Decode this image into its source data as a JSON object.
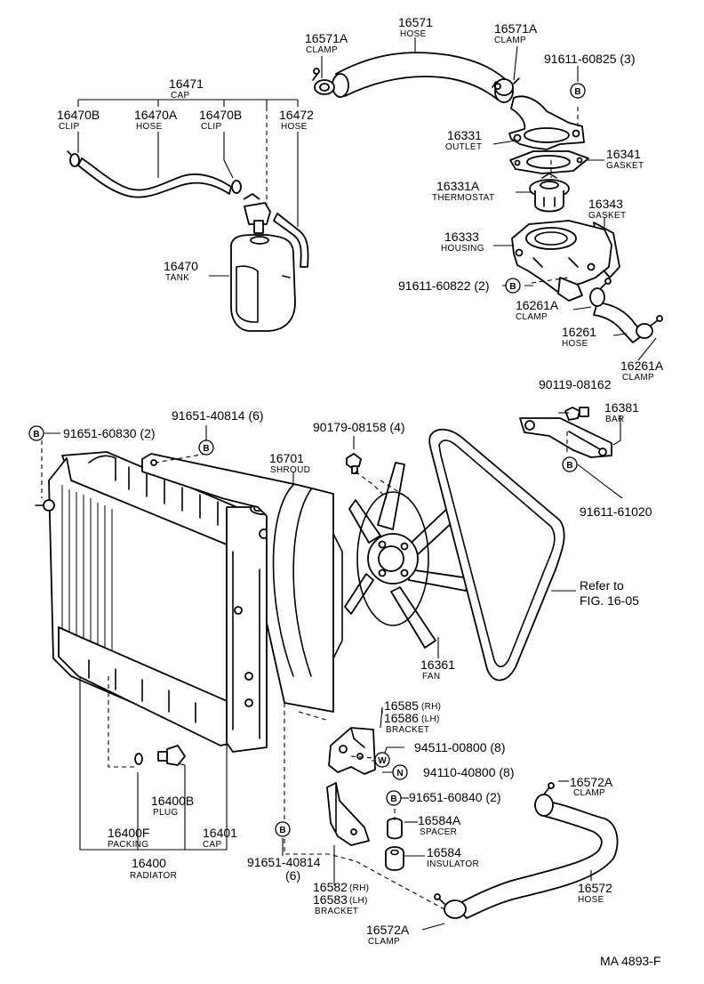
{
  "parts": {
    "p16571": {
      "num": "16571",
      "name": "HOSE"
    },
    "p16571A_l": {
      "num": "16571A",
      "name": "CLAMP"
    },
    "p16571A_r": {
      "num": "16571A",
      "name": "CLAMP"
    },
    "p91611_60825": {
      "num": "91611-60825 (3)"
    },
    "p16471": {
      "num": "16471",
      "name": "CAP"
    },
    "p16470B_l": {
      "num": "16470B",
      "name": "CLIP"
    },
    "p16470A": {
      "num": "16470A",
      "name": "HOSE"
    },
    "p16470B_r": {
      "num": "16470B",
      "name": "CLIP"
    },
    "p16472": {
      "num": "16472",
      "name": "HOSE"
    },
    "p16331": {
      "num": "16331",
      "name": "OUTLET"
    },
    "p16341": {
      "num": "16341",
      "name": "GASKET"
    },
    "p16331A": {
      "num": "16331A",
      "name": "THERMOSTAT"
    },
    "p16343": {
      "num": "16343",
      "name": "GASKET"
    },
    "p16333": {
      "num": "16333",
      "name": "HOUSING"
    },
    "p16470": {
      "num": "16470",
      "name": "TANK"
    },
    "p91611_60822": {
      "num": "91611-60822 (2)"
    },
    "p16261A_a": {
      "num": "16261A",
      "name": "CLAMP"
    },
    "p16261": {
      "num": "16261",
      "name": "HOSE"
    },
    "p16261A_b": {
      "num": "16261A",
      "name": "CLAMP"
    },
    "p90119": {
      "num": "90119-08162"
    },
    "p16381": {
      "num": "16381",
      "name": "BAR"
    },
    "p91651_60830": {
      "num": "91651-60830 (2)"
    },
    "p91651_40814_top": {
      "num": "91651-40814 (6)"
    },
    "p90179": {
      "num": "90179-08158 (4)"
    },
    "p16701": {
      "num": "16701",
      "name": "SHROUD"
    },
    "p91611_61020": {
      "num": "91611-61020"
    },
    "refer": {
      "line1": "Refer to",
      "line2": "FIG. 16-05"
    },
    "p16361": {
      "num": "16361",
      "name": "FAN"
    },
    "p16585": {
      "num": "16585",
      "suffix": "(RH)"
    },
    "p16586": {
      "num": "16586",
      "suffix": "(LH)",
      "name": "BRACKET"
    },
    "p94511": {
      "num": "94511-00800 (8)"
    },
    "p94110": {
      "num": "94110-40800 (8)"
    },
    "p91651_60840": {
      "num": "91651-60840 (2)"
    },
    "p16572A_t": {
      "num": "16572A",
      "name": "CLAMP"
    },
    "p16584A": {
      "num": "16584A",
      "name": "SPACER"
    },
    "p16584": {
      "num": "16584",
      "name": "INSULATOR"
    },
    "p16572": {
      "num": "16572",
      "name": "HOSE"
    },
    "p16400B": {
      "num": "16400B",
      "name": "PLUG"
    },
    "p16400F": {
      "num": "16400F",
      "name": "PACKING"
    },
    "p16401": {
      "num": "16401",
      "name": "CAP"
    },
    "p16400": {
      "num": "16400",
      "name": "RADIATOR"
    },
    "p91651_40814_bot": {
      "num": "91651-40814",
      "qty": "(6)"
    },
    "p16582": {
      "num": "16582",
      "suffix": "(RH)"
    },
    "p16583": {
      "num": "16583",
      "suffix": "(LH)",
      "name": "BRACKET"
    },
    "p16572A_b": {
      "num": "16572A",
      "name": "CLAMP"
    }
  },
  "badges": {
    "b": "B",
    "w": "W",
    "n": "N"
  },
  "footer": "MA  4893-F"
}
